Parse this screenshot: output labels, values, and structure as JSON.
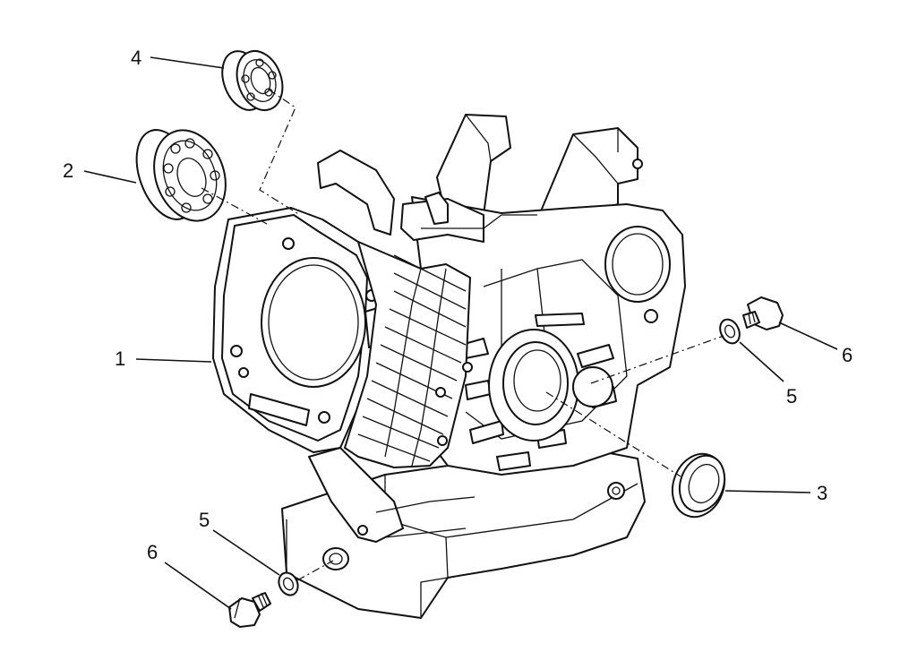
{
  "callouts": {
    "c1": "1",
    "c2": "2",
    "c3": "3",
    "c4": "4",
    "c5a": "5",
    "c5b": "5",
    "c6a": "6",
    "c6b": "6"
  },
  "colors": {
    "line": "#111111",
    "background": "#ffffff"
  }
}
